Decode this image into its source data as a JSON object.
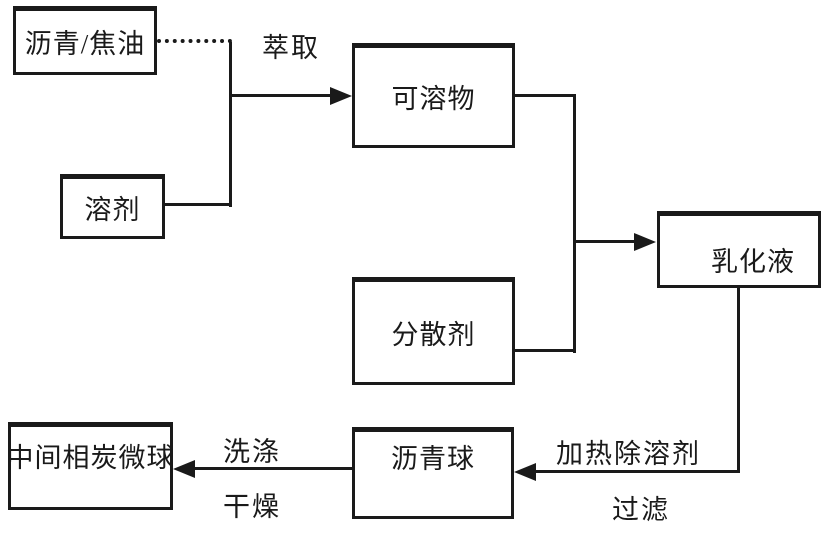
{
  "page": {
    "background": "#ffffff",
    "line_color": "#1a1a1a",
    "text_color": "#1a1a1a"
  },
  "diagram": {
    "type": "flowchart",
    "nodes": {
      "pitch_tar": "沥青/焦油",
      "solvent": "溶剂",
      "soluble": "可溶物",
      "dispersant": "分散剂",
      "emulsion": "乳化液",
      "pitch_spheres": "沥青球",
      "mesocarbon_microbeads": "中间相炭微球"
    },
    "edge_labels": {
      "extraction": "萃取",
      "heat_remove_solvent": "加热除溶剂",
      "filtration": "过滤",
      "washing": "洗涤",
      "drying": "干燥"
    },
    "edges": [
      {
        "from": "沥青/焦油",
        "to": "可溶物",
        "label": "萃取",
        "style": "dotted-start"
      },
      {
        "from": "溶剂",
        "to": "可溶物",
        "label": "萃取",
        "style": "solid"
      },
      {
        "from": "可溶物",
        "to": "乳化液",
        "label": "",
        "style": "solid"
      },
      {
        "from": "分散剂",
        "to": "乳化液",
        "label": "",
        "style": "solid"
      },
      {
        "from": "乳化液",
        "to": "沥青球",
        "label": "加热除溶剂 过滤",
        "style": "solid"
      },
      {
        "from": "沥青球",
        "to": "中间相炭微球",
        "label": "洗涤 干燥",
        "style": "solid"
      }
    ]
  }
}
